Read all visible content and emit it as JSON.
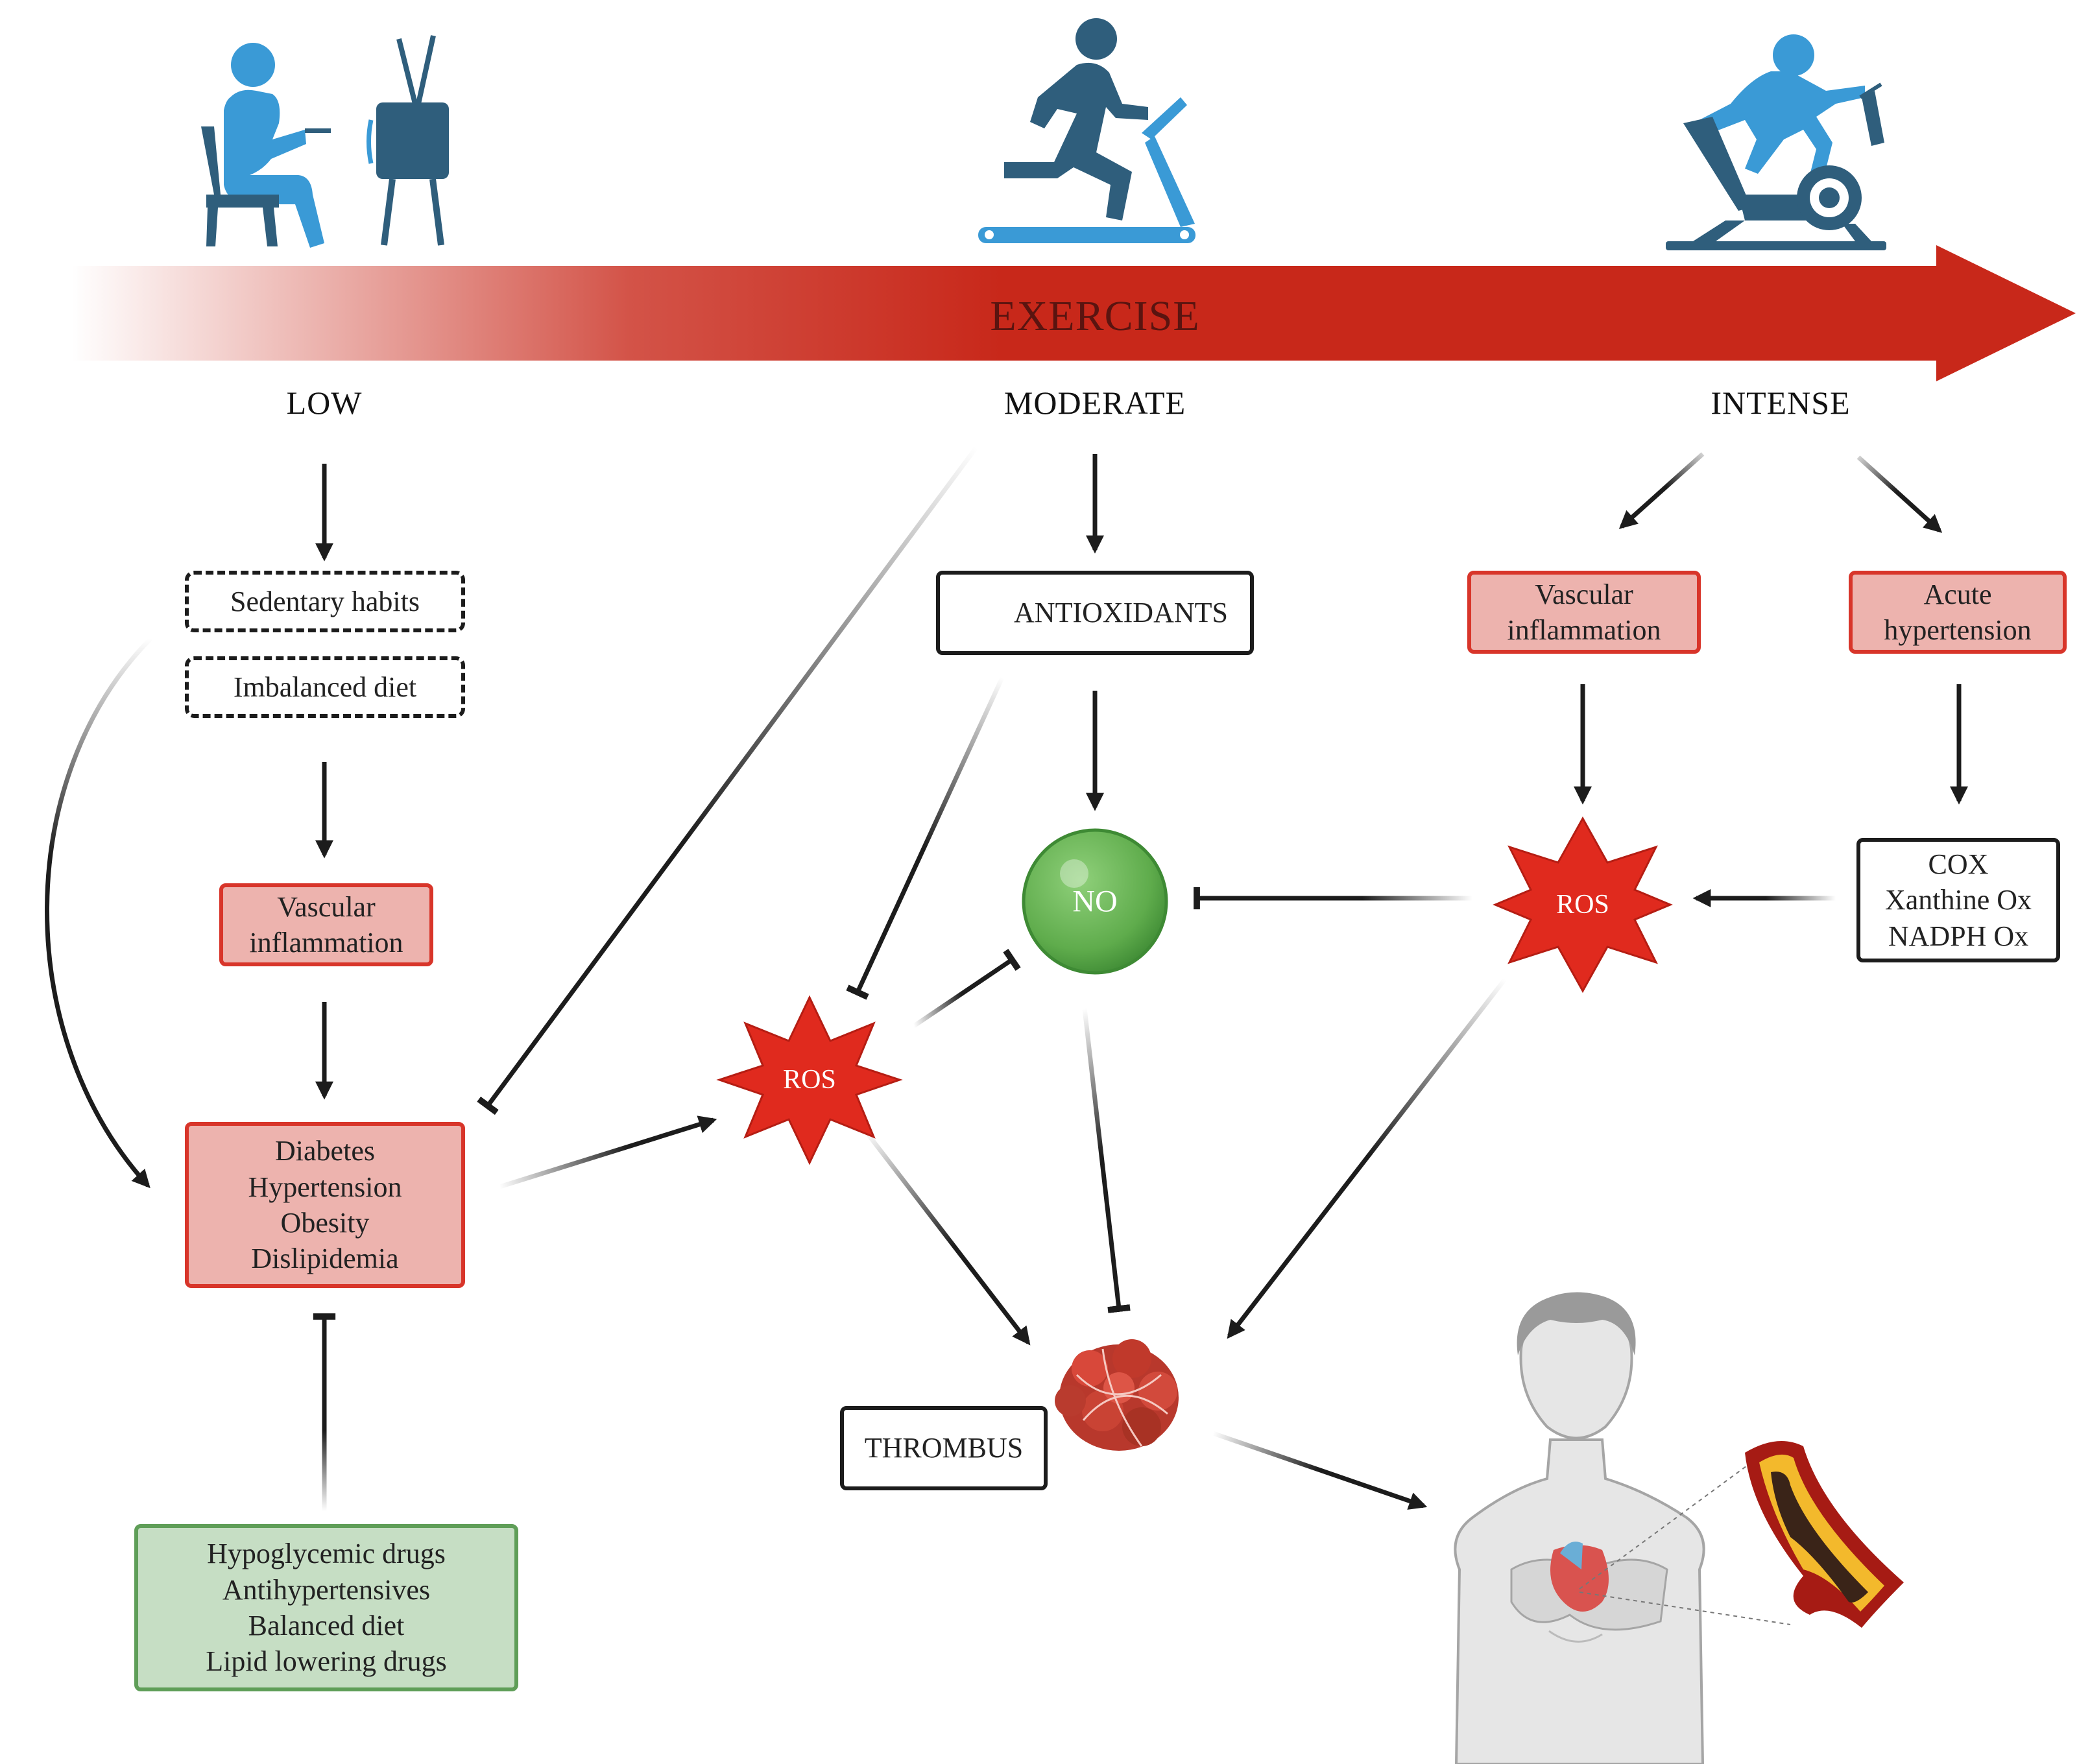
{
  "exercise_label": "EXERCISE",
  "levels": {
    "low": "LOW",
    "moderate": "MODERATE",
    "intense": "INTENSE"
  },
  "low_column": {
    "sedentary": "Sedentary habits",
    "diet": "Imbalanced diet",
    "vascular": [
      "Vascular",
      "inflammation"
    ],
    "diseases": [
      "Diabetes",
      "Hypertension",
      "Obesity",
      "Dislipidemia"
    ],
    "treatments": [
      "Hypoglycemic drugs",
      "Antihypertensives",
      "Balanced diet",
      "Lipid lowering drugs"
    ]
  },
  "moderate_column": {
    "antioxidants": "ANTIOXIDANTS",
    "no_label": "NO",
    "ros_label": "ROS",
    "thrombus": "THROMBUS"
  },
  "intense_column": {
    "vascular": [
      "Vascular",
      "inflammation"
    ],
    "acute": [
      "Acute",
      "hypertension"
    ],
    "ros_label": "ROS",
    "sources": [
      "COX",
      "Xanthine Ox",
      "NADPH Ox"
    ]
  },
  "colors": {
    "arrow_red": "#c8281a",
    "arrow_dark": "#1c1c1c",
    "icon_light_blue": "#3a9ad6",
    "icon_dark_blue": "#2f5e7c",
    "box_pink": "#edb3ae",
    "box_green": "#c6dec4",
    "no_green": "#5fac4c",
    "ros_red": "#e02a1e"
  },
  "icons": [
    "sitting-person-icon",
    "television-icon",
    "treadmill-runner-icon",
    "exercise-bike-icon",
    "thrombus-icon",
    "human-chest-heart-icon",
    "artery-plaque-icon"
  ]
}
